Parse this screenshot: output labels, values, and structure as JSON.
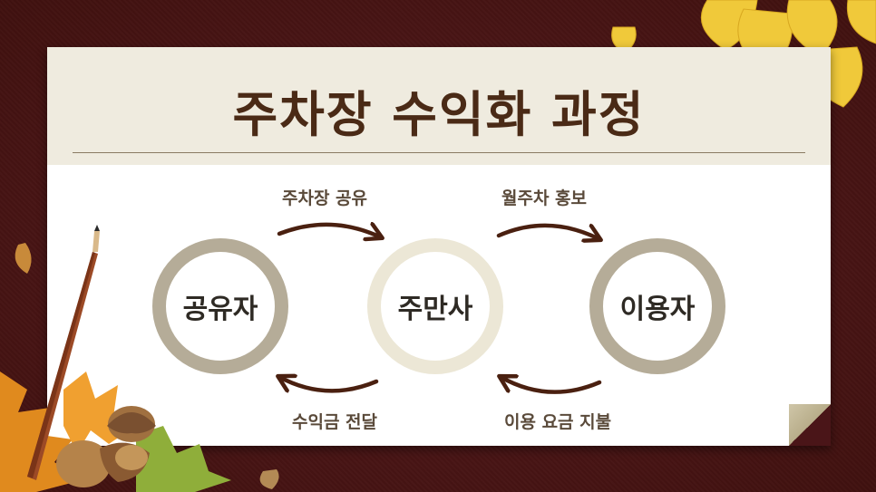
{
  "title": "주차장 수익화 과정",
  "nodes": [
    "공유자",
    "주만사",
    "이용자"
  ],
  "edges": [
    {
      "from": "공유자",
      "to": "주만사",
      "label": "주차장 공유"
    },
    {
      "from": "주만사",
      "to": "이용자",
      "label": "월주차 홍보"
    },
    {
      "from": "주만사",
      "to": "공유자",
      "label": "수익금 전달"
    },
    {
      "from": "이용자",
      "to": "주만사",
      "label": "이용 요금 지불"
    }
  ],
  "colors": {
    "background": "#4a1518",
    "header_band": "#efebdf",
    "title": "#4a2a16",
    "outer_ring": "#b5ac98",
    "center_ring": "#ece7d6",
    "arrow": "#4a2010"
  },
  "decorations": [
    "ginkgo-leaves-icon",
    "maple-leaves-icon",
    "acorn-icon",
    "pencil-icon"
  ]
}
